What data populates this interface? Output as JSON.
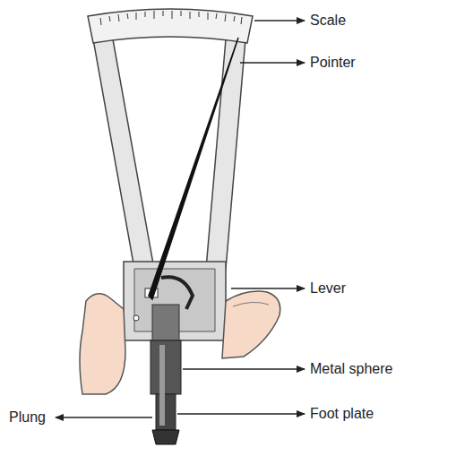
{
  "diagram": {
    "labels": [
      "Scale",
      "Pointer",
      "Lever",
      "Metal sphere",
      "Plung",
      "Foot plate"
    ]
  }
}
